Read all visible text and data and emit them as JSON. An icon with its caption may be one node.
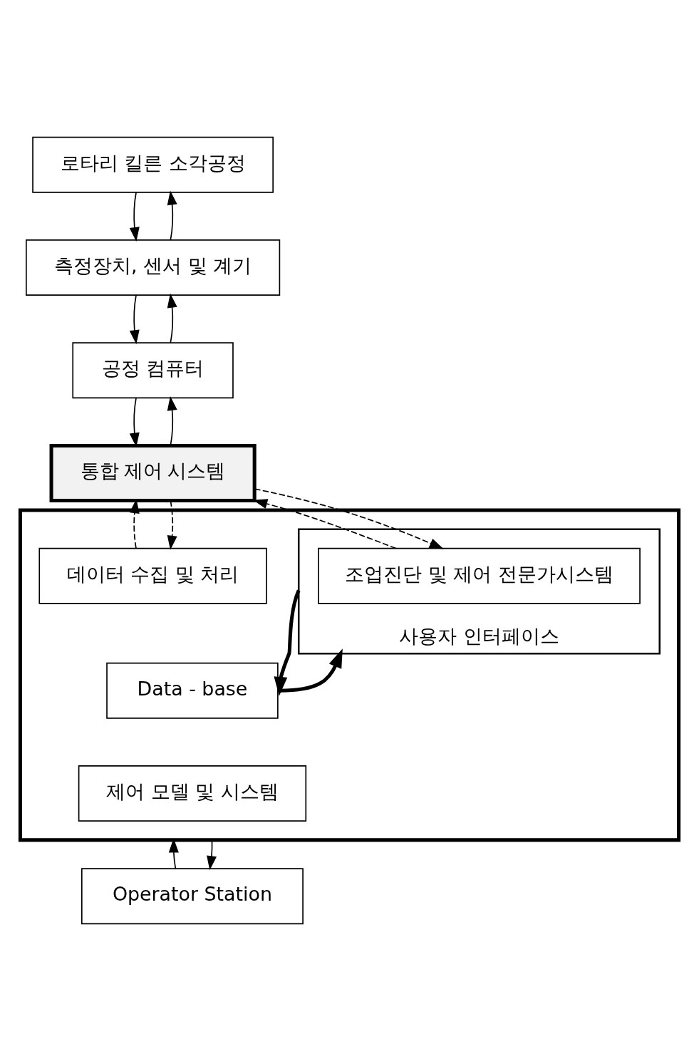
{
  "diagram": {
    "nodes": [
      {
        "text": [
          "로타리 킬른 소각공정"
        ]
      },
      {
        "text": [
          "측정장치, 센서 및 계기"
        ]
      },
      {
        "text": [
          "공정 컴퓨터"
        ]
      },
      {
        "text": [
          "통합 제어 시스템"
        ]
      },
      {
        "text": [],
        "shape": "box"
      },
      {
        "text": [
          "데이터 수집 및 처리"
        ],
        "in": 4
      },
      {
        "text": [
          "Data - base"
        ],
        "in": 4
      },
      {
        "text": [
          "제어 모델 및 시스템"
        ],
        "in": 4
      },
      {
        "text": [
          "사용자 인터페이스"
        ],
        "in": 4
      },
      {
        "text": [
          "조업진단 및 제어 전문가시스템"
        ],
        "in": 8
      },
      {
        "text": [
          "Operator Station"
        ]
      }
    ],
    "edges": [
      {
        "from": 1,
        "to": 0,
        "arrow": "to"
      },
      {
        "from": 0,
        "to": 1,
        "arrow": "to"
      },
      {
        "from": 2,
        "to": 1,
        "arrow": "to"
      },
      {
        "from": 1,
        "to": 2,
        "arrow": "to"
      },
      {
        "from": 3,
        "to": 2,
        "arrow": "to"
      },
      {
        "from": 2,
        "to": 3,
        "arrow": "to"
      },
      {
        "from": 5,
        "to": 3,
        "arrow": "to",
        "style": "dashed"
      },
      {
        "from": 3,
        "to": 5,
        "arrow": "to",
        "style": "dashed"
      },
      {
        "from": 3,
        "to": 9,
        "arrow": "to",
        "style": "dashed"
      },
      {
        "from": 9,
        "to": 3,
        "arrow": "to",
        "style": "dashed"
      },
      {
        "from": 8,
        "to": 6,
        "arrow": "to",
        "style": "thick"
      },
      {
        "from": 6,
        "to": 8,
        "arrow": "to",
        "style": "thick"
      },
      {
        "from": 10,
        "to": 4,
        "arrow": "to"
      },
      {
        "from": 4,
        "to": 10,
        "arrow": "to"
      }
    ]
  }
}
